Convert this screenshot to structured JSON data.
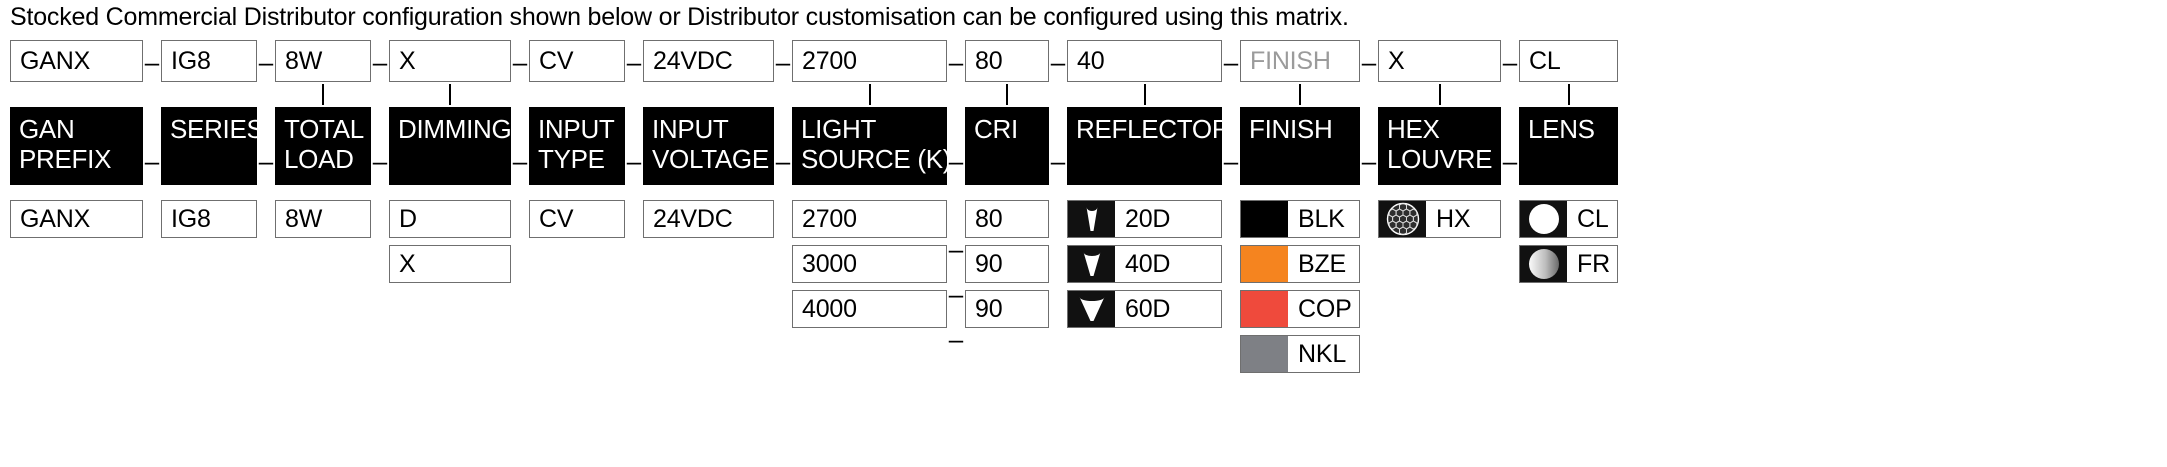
{
  "intro": "Stocked Commercial Distributor configuration shown below or Distributor customisation can be configured using this matrix.",
  "separator": "–",
  "colors": {
    "header_bg": "#000000",
    "header_text": "#ffffff",
    "box_border": "#6f6f6f",
    "muted_text": "#9b9b9b",
    "blk": "#000000",
    "bze": "#F5841F",
    "cop": "#EF4A3C",
    "nkl": "#7E8085",
    "lens_clear": "#ffffff",
    "icon_bg": "#111111"
  },
  "columns": [
    {
      "code": "GANX",
      "code_muted": false,
      "tick": false,
      "header": [
        "GAN",
        "PREFIX"
      ],
      "width": 133,
      "options": [
        {
          "type": "text",
          "label": "GANX"
        }
      ]
    },
    {
      "code": "IG8",
      "code_muted": false,
      "tick": false,
      "header": [
        "SERIES",
        ""
      ],
      "width": 96,
      "options": [
        {
          "type": "text",
          "label": "IG8"
        }
      ]
    },
    {
      "code": "8W",
      "code_muted": false,
      "tick": true,
      "header": [
        "TOTAL",
        "LOAD"
      ],
      "width": 96,
      "options": [
        {
          "type": "text",
          "label": "8W"
        }
      ]
    },
    {
      "code": "X",
      "code_muted": false,
      "tick": true,
      "header": [
        "DIMMING",
        ""
      ],
      "width": 122,
      "options": [
        {
          "type": "text",
          "label": "D"
        },
        {
          "type": "text",
          "label": "X"
        }
      ]
    },
    {
      "code": "CV",
      "code_muted": false,
      "tick": false,
      "header": [
        "INPUT",
        "TYPE"
      ],
      "width": 96,
      "options": [
        {
          "type": "text",
          "label": "CV"
        }
      ]
    },
    {
      "code": "24VDC",
      "code_muted": false,
      "tick": false,
      "header": [
        "INPUT",
        "VOLTAGE"
      ],
      "width": 131,
      "options": [
        {
          "type": "text",
          "label": "24VDC"
        }
      ]
    },
    {
      "code": "2700",
      "code_muted": false,
      "tick": true,
      "header": [
        "LIGHT",
        "SOURCE (K)"
      ],
      "width": 155,
      "options": [
        {
          "type": "text",
          "label": "2700"
        },
        {
          "type": "text",
          "label": "3000"
        },
        {
          "type": "text",
          "label": "4000"
        }
      ]
    },
    {
      "code": "80",
      "code_muted": false,
      "tick": true,
      "header": [
        "CRI",
        ""
      ],
      "width": 84,
      "options": [
        {
          "type": "text",
          "label": "80"
        },
        {
          "type": "text",
          "label": "90"
        },
        {
          "type": "text",
          "label": "90"
        }
      ]
    },
    {
      "code": "40",
      "code_muted": false,
      "tick": true,
      "header": [
        "REFLECTOR",
        ""
      ],
      "width": 155,
      "options": [
        {
          "type": "cone",
          "label": "20D",
          "icon": "beam-20-icon",
          "beam": 20
        },
        {
          "type": "cone",
          "label": "40D",
          "icon": "beam-40-icon",
          "beam": 40
        },
        {
          "type": "cone",
          "label": "60D",
          "icon": "beam-60-icon",
          "beam": 60
        }
      ]
    },
    {
      "code": "FINISH",
      "code_muted": true,
      "tick": true,
      "header": [
        "FINISH",
        ""
      ],
      "width": 120,
      "options": [
        {
          "type": "swatch",
          "label": "BLK",
          "icon": "swatch-black-icon",
          "color": "#000000"
        },
        {
          "type": "swatch",
          "label": "BZE",
          "icon": "swatch-bronze-icon",
          "color": "#F5841F"
        },
        {
          "type": "swatch",
          "label": "COP",
          "icon": "swatch-copper-icon",
          "color": "#EF4A3C"
        },
        {
          "type": "swatch",
          "label": "NKL",
          "icon": "swatch-nickel-icon",
          "color": "#7E8085"
        }
      ]
    },
    {
      "code": "X",
      "code_muted": false,
      "tick": true,
      "header": [
        "HEX",
        "LOUVRE"
      ],
      "width": 123,
      "options": [
        {
          "type": "hex",
          "label": "HX",
          "icon": "hex-louvre-icon"
        }
      ]
    },
    {
      "code": "CL",
      "code_muted": false,
      "tick": true,
      "header": [
        "LENS",
        ""
      ],
      "width": 99,
      "options": [
        {
          "type": "lens-clear",
          "label": "CL",
          "icon": "lens-clear-icon"
        },
        {
          "type": "lens-frosted",
          "label": "FR",
          "icon": "lens-frosted-icon"
        }
      ]
    }
  ]
}
